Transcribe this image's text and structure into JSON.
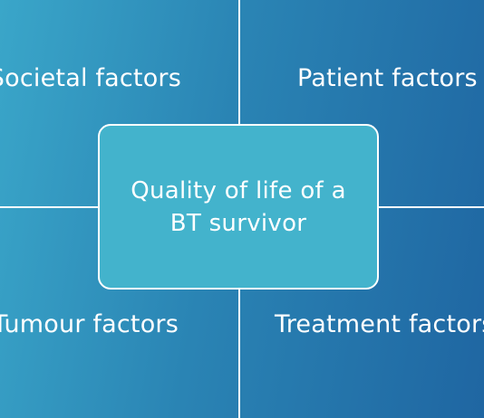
{
  "diagram": {
    "center": {
      "lines": [
        "Quality of life of a",
        "BT survivor"
      ]
    },
    "quadrants": {
      "top_left": "Societal factors",
      "top_right": "Patient factors",
      "bottom_left": "Tumour factors",
      "bottom_right": "Treatment factors"
    },
    "colors": {
      "background_light": "#3aa6c9",
      "background_dark": "#1f66a2",
      "center_fill": "#43b3cc",
      "line": "#ffffff",
      "text": "#ffffff"
    }
  }
}
